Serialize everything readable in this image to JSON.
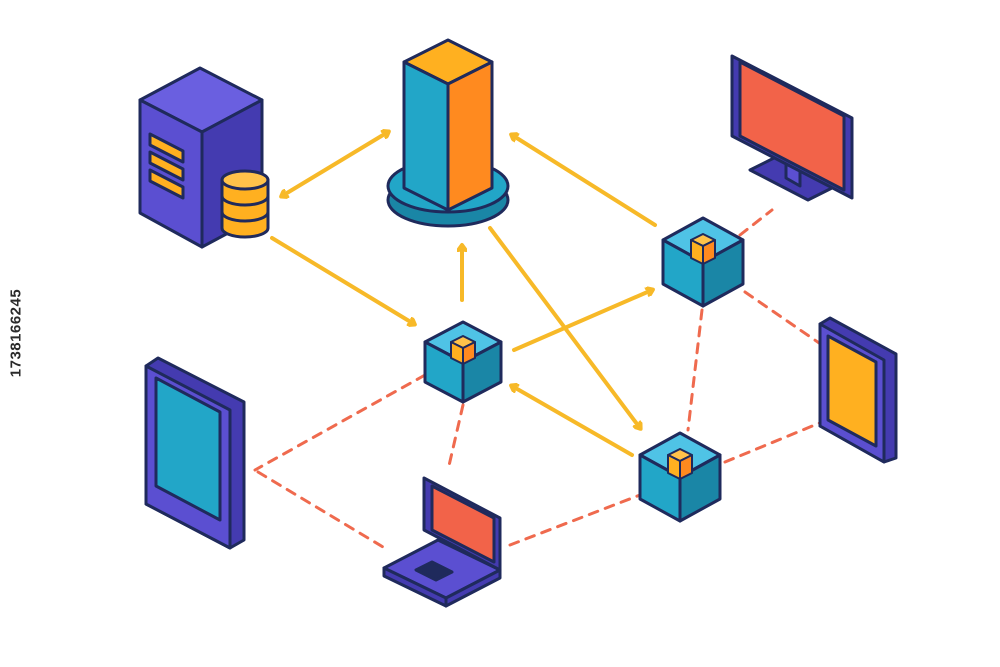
{
  "image_id_text": "1738166245",
  "colors": {
    "outline": "#1f2a5c",
    "indigo": "#5b4fd1",
    "indigo_dark": "#443bb0",
    "teal": "#22a6c8",
    "teal_dark": "#1a86a6",
    "orange": "#ff8a1f",
    "amber": "#ffb020",
    "coral_screen": "#f26349",
    "arrow": "#f7b928",
    "dashed_link": "#ef6a4e"
  },
  "nodes": [
    {
      "id": "database-server",
      "icon": "server-database-icon"
    },
    {
      "id": "central-server",
      "icon": "server-tower-icon"
    },
    {
      "id": "desktop-monitor",
      "icon": "monitor-icon"
    },
    {
      "id": "tablet-left",
      "icon": "tablet-icon"
    },
    {
      "id": "laptop",
      "icon": "laptop-icon"
    },
    {
      "id": "phone-right",
      "icon": "smartphone-icon"
    },
    {
      "id": "node-center",
      "icon": "cube-node-icon"
    },
    {
      "id": "node-upper-right",
      "icon": "cube-node-icon"
    },
    {
      "id": "node-lower-right",
      "icon": "cube-node-icon"
    }
  ]
}
